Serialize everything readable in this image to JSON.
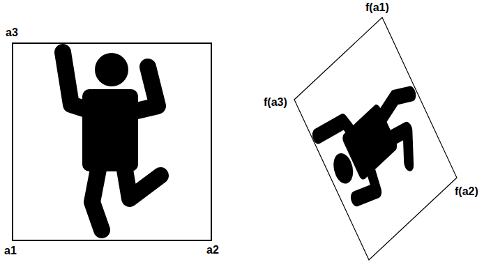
{
  "diagram": {
    "labels": [
      "a3",
      "a1",
      "a2",
      "f(a1)",
      "f(a3)",
      "f(a2)"
    ]
  }
}
